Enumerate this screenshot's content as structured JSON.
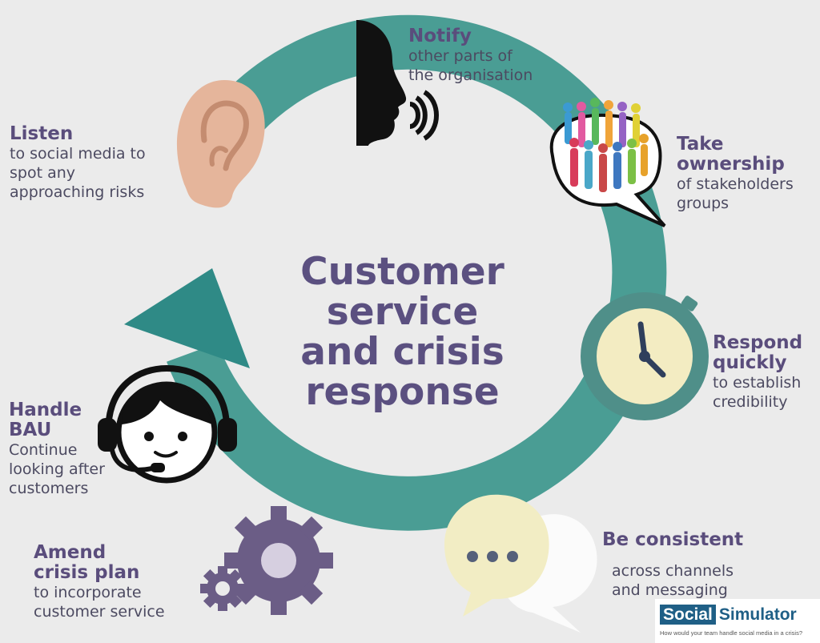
{
  "center_title": "Customer\nservice\nand crisis\nresponse",
  "steps": {
    "notify": {
      "heading": "Notify",
      "body": "other parts of\nthe organisation"
    },
    "ownership": {
      "heading": "Take\nownership",
      "body": "of stakeholders\ngroups"
    },
    "respond": {
      "heading": "Respond\nquickly",
      "body": "to establish\ncredibility"
    },
    "consistent": {
      "heading": "Be consistent",
      "body": "across channels\nand messaging"
    },
    "amend": {
      "heading": "Amend\ncrisis plan",
      "body": "to incorporate\ncustomer service"
    },
    "bau": {
      "heading": "Handle\nBAU",
      "body": "Continue\nlooking after\ncustomers"
    },
    "listen": {
      "heading": "Listen",
      "body": "to social media to\nspot any\napproaching risks"
    }
  },
  "brand": {
    "part1": "Social",
    "part2": "Simulator",
    "tagline": "How would your team handle social media in a crisis?"
  },
  "colors": {
    "ring": "#4a9d94",
    "arrow_head": "#2f8a86",
    "text_heading": "#5a4d7c",
    "text_body": "#4c4a61",
    "gear": "#6b5d86",
    "clock_face": "#f3ecc2"
  },
  "icons": [
    "ear-icon",
    "speaking-head-icon",
    "people-group-icon",
    "stopwatch-icon",
    "speech-bubbles-icon",
    "gears-icon",
    "headset-agent-icon"
  ]
}
